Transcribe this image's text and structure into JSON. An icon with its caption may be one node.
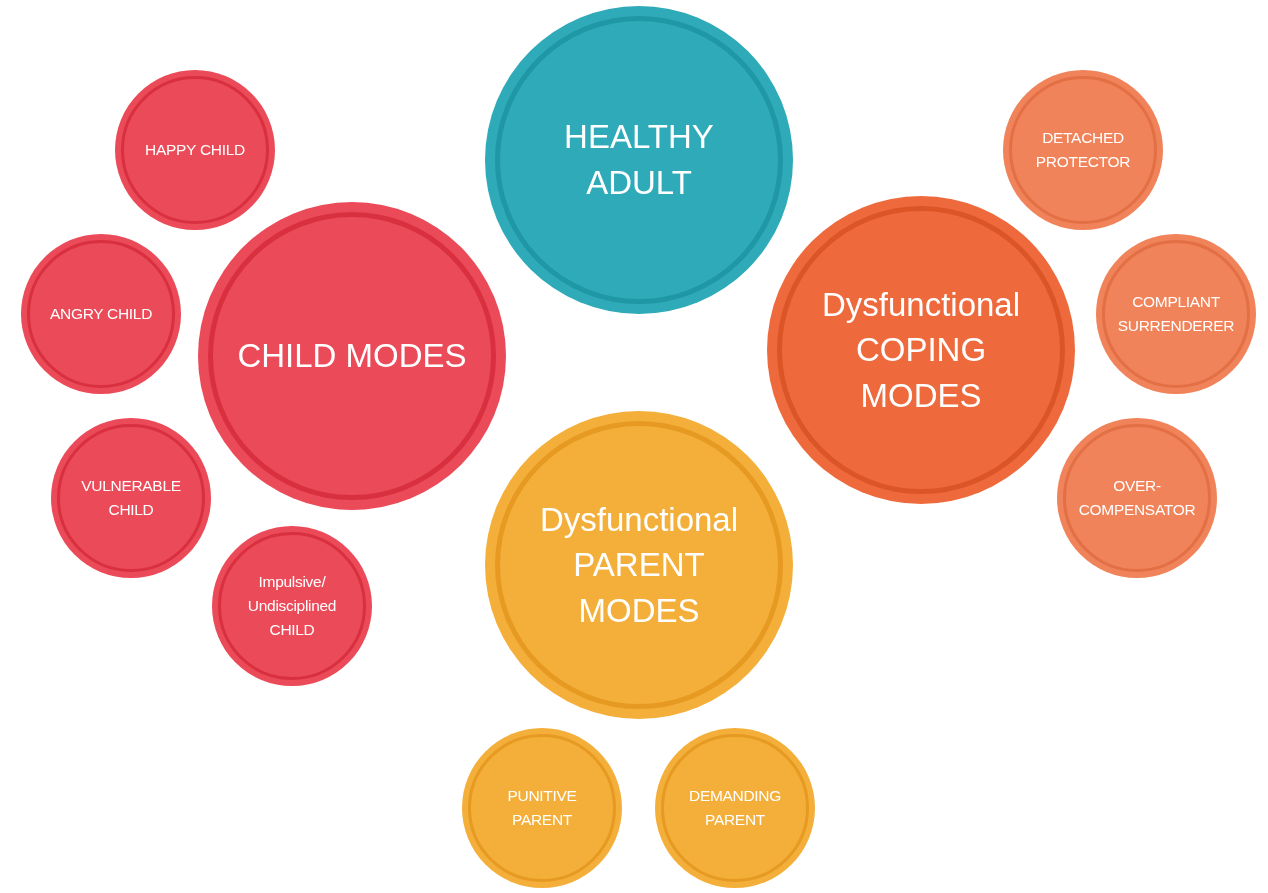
{
  "diagram": {
    "nodes": [
      {
        "text": [
          "HEALTHY ADULT"
        ]
      },
      {
        "text": [
          "HAPPY CHILD"
        ]
      },
      {
        "text": [
          "ANGRY CHILD"
        ]
      },
      {
        "text": [
          "CHILD MODES"
        ]
      },
      {
        "text": [
          "VULNERABLE CHILD"
        ]
      },
      {
        "text": [
          "Impulsive/ Undisciplined CHILD"
        ]
      },
      {
        "text": [
          "DETACHED PROTECTOR"
        ]
      },
      {
        "text": [
          "COMPLIANT SURRENDERER"
        ]
      },
      {
        "text": [
          "Dysfunctional COPING MODES"
        ]
      },
      {
        "text": [
          "OVER- COMPENSATOR"
        ]
      },
      {
        "text": [
          "Dysfunctional PARENT MODES"
        ]
      },
      {
        "text": [
          "PUNITIVE PARENT"
        ]
      },
      {
        "text": [
          "DEMANDING PARENT"
        ]
      }
    ]
  }
}
